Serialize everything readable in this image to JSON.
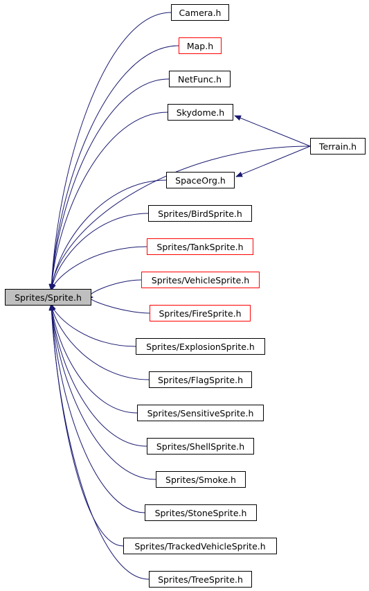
{
  "colors": {
    "edge": "#191970",
    "border": "#000000",
    "undocumented_border": "#ff0000",
    "focus_fill": "#bfbfbf"
  },
  "nodes": {
    "sprite": "Sprites/Sprite.h",
    "camera": "Camera.h",
    "map": "Map.h",
    "netfunc": "NetFunc.h",
    "skydome": "Skydome.h",
    "terrain": "Terrain.h",
    "spaceorg": "SpaceOrg.h",
    "bird": "Sprites/BirdSprite.h",
    "tank": "Sprites/TankSprite.h",
    "vehicle": "Sprites/VehicleSprite.h",
    "fire": "Sprites/FireSprite.h",
    "explosion": "Sprites/ExplosionSprite.h",
    "flag": "Sprites/FlagSprite.h",
    "sensitive": "Sprites/SensitiveSprite.h",
    "shell": "Sprites/ShellSprite.h",
    "smoke": "Sprites/Smoke.h",
    "stone": "Sprites/StoneSprite.h",
    "tracked": "Sprites/TrackedVehicleSprite.h",
    "tree": "Sprites/TreeSprite.h"
  },
  "edges": [
    [
      "camera",
      "sprite"
    ],
    [
      "map",
      "sprite"
    ],
    [
      "netfunc",
      "sprite"
    ],
    [
      "skydome",
      "sprite"
    ],
    [
      "terrain",
      "sprite"
    ],
    [
      "spaceorg",
      "sprite"
    ],
    [
      "bird",
      "sprite"
    ],
    [
      "tank",
      "sprite"
    ],
    [
      "vehicle",
      "sprite"
    ],
    [
      "fire",
      "sprite"
    ],
    [
      "explosion",
      "sprite"
    ],
    [
      "flag",
      "sprite"
    ],
    [
      "sensitive",
      "sprite"
    ],
    [
      "shell",
      "sprite"
    ],
    [
      "smoke",
      "sprite"
    ],
    [
      "stone",
      "sprite"
    ],
    [
      "tracked",
      "sprite"
    ],
    [
      "tree",
      "sprite"
    ],
    [
      "terrain",
      "skydome"
    ],
    [
      "terrain",
      "spaceorg"
    ]
  ]
}
